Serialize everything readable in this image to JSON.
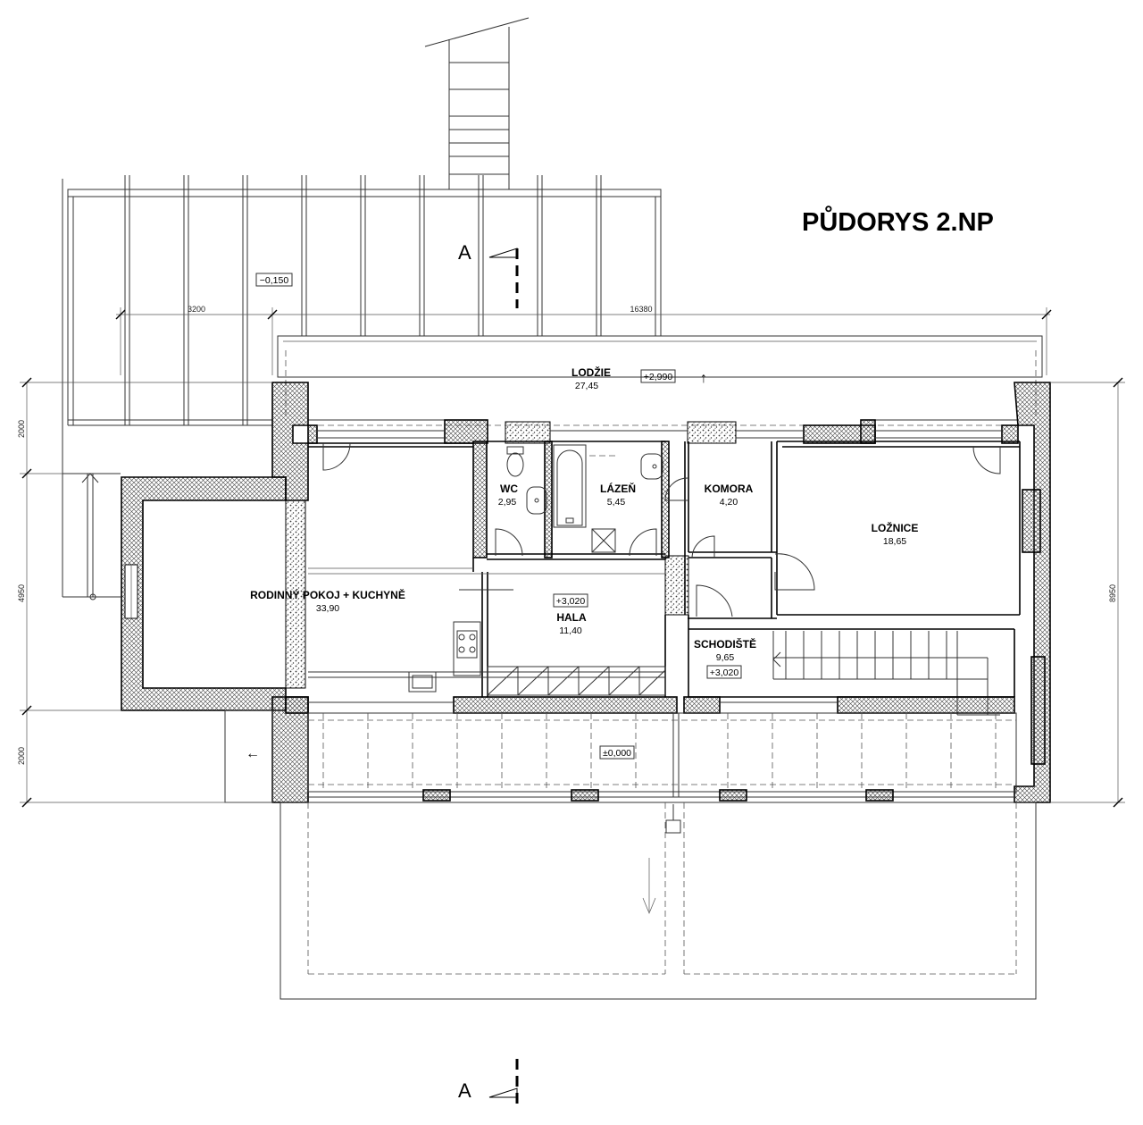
{
  "drawing": {
    "title": "PŮDORYS 2.NP",
    "section_mark_top": "A",
    "section_mark_bottom": "A"
  },
  "rooms": [
    {
      "id": "lodzie",
      "name": "LODŽIE",
      "area": "27,45"
    },
    {
      "id": "wc",
      "name": "WC",
      "area": "2,95"
    },
    {
      "id": "lazen",
      "name": "LÁZEŇ",
      "area": "5,45"
    },
    {
      "id": "komora",
      "name": "KOMORA",
      "area": "4,20"
    },
    {
      "id": "loznice",
      "name": "LOŽNICE",
      "area": "18,65"
    },
    {
      "id": "rodinny",
      "name": "RODINNÝ POKOJ + KUCHYNĚ",
      "area": "33,90"
    },
    {
      "id": "hala",
      "name": "HALA",
      "area": "11,40"
    },
    {
      "id": "schodiste",
      "name": "SCHODIŠTĚ",
      "area": "9,65"
    }
  ],
  "levels": {
    "pergola": "−0,150",
    "lodzie": "+2,990",
    "hala": "+3,020",
    "schodiste": "+3,020",
    "terrace": "±0,000"
  },
  "dimensions": {
    "pergola_width": "3200",
    "overall_width": "16380",
    "left_top": "2000",
    "left_middle": "4950",
    "left_bottom": "2000",
    "right_overall": "8950"
  },
  "arrows": {
    "up": "↑",
    "left": "←"
  },
  "colors": {
    "line": "#000000",
    "background": "#ffffff"
  }
}
